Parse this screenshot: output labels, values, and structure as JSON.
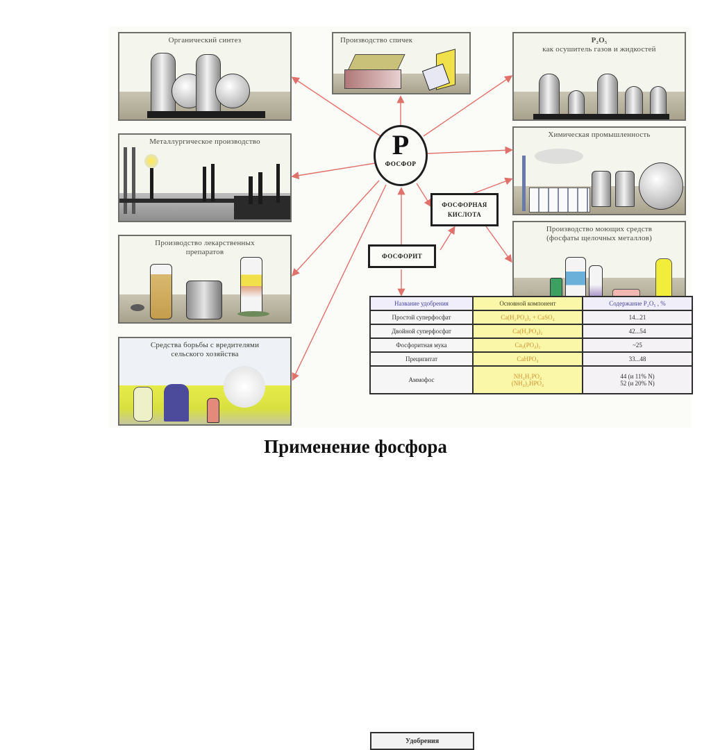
{
  "title": "Применение фосфора",
  "hub": {
    "symbol": "P",
    "name": "ФОСФОР"
  },
  "intermediates": {
    "phosphoric_acid": [
      "ФОСФОРНАЯ",
      "КИСЛОТА"
    ],
    "phosphorite": "ФОСФОРИТ"
  },
  "panels": {
    "organic_synthesis": [
      "Органический синтез"
    ],
    "matches": [
      "Производство спичек"
    ],
    "drying_agent": [
      "P₂O₅",
      "как осушитель газов и жидкостей"
    ],
    "metallurgy": [
      "Металлургическое производство"
    ],
    "chemical_industry": [
      "Химическая промышленность"
    ],
    "medicines": [
      "Производство лекарственных",
      "препаратов"
    ],
    "detergents": [
      "Производство моющих средств",
      "(фосфаты щелочных металлов)"
    ],
    "pesticides": [
      "Средства борьбы с вредителями",
      "сельского хозяйства"
    ]
  },
  "colors": {
    "arrow": "#e0706a",
    "component_text": "#d09232",
    "header_text": "#4845a0"
  },
  "fertilizers": {
    "title": "Удобрения",
    "headers": [
      "Название удобрения",
      "Основной компонент",
      "Содержание P₂O₅ , %"
    ],
    "rows": [
      {
        "name": "Простой суперфосфат",
        "component": "Ca(H₂PO₄)₂ + CaSO₄",
        "content": "14...21"
      },
      {
        "name": "Двойной суперфосфат",
        "component": "Ca(H₂PO₄)₂",
        "content": "42...54"
      },
      {
        "name": "Фосфоритная мука",
        "component": "Ca₃(PO₄)₂",
        "content": "~25"
      },
      {
        "name": "Преципитат",
        "component": "CaHPO₄",
        "content": "33...48"
      },
      {
        "name": "Аммофос",
        "component": "NH₄H₂PO₄",
        "component2": "(NH₄)₂HPO₄",
        "content": "44 (и 11% N)",
        "content2": "52 (и 20% N)"
      }
    ]
  }
}
